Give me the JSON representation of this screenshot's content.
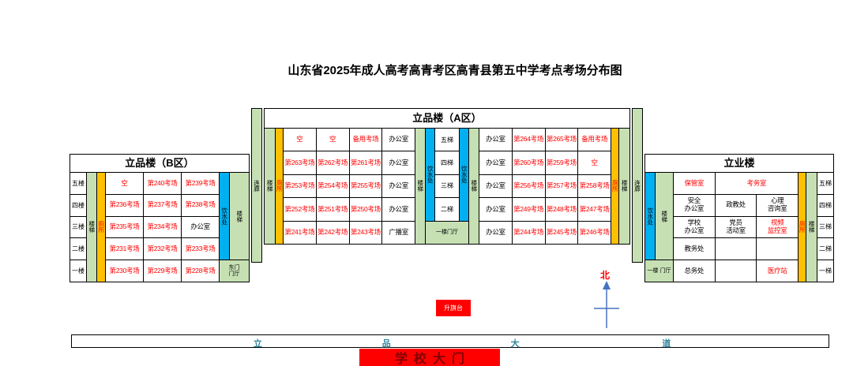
{
  "title": "山东省2025年成人高考高青考区高青县第五中学考点考场分布图",
  "corridor": "连廊",
  "building_b": {
    "title": "立品楼（B区）",
    "floors": [
      "五楼",
      "四楼",
      "三楼",
      "二楼",
      "一楼"
    ],
    "stair_left": "楼梯",
    "wc": "厕所",
    "water": "饮水处",
    "stair_right": "楼梯",
    "east_gate": "东门\n门厅",
    "rooms": [
      [
        "空",
        "第240考场",
        "第239考场"
      ],
      [
        "第236考场",
        "第237考场",
        "第238考场"
      ],
      [
        "第235考场",
        "第234考场",
        "办公室"
      ],
      [
        "第231考场",
        "第232考场",
        "第233考场"
      ],
      [
        "第230考场",
        "第229考场",
        "第228考场"
      ]
    ]
  },
  "building_a": {
    "title": "立品楼（A区）",
    "stair": "楼梯",
    "wc": "厕所",
    "water": "饮水处",
    "mid_stairs": [
      "五梯",
      "四梯",
      "三梯",
      "二梯"
    ],
    "lobby": "一楼门厅",
    "left_rooms": [
      [
        "空",
        "空",
        "备用考场",
        "办公室"
      ],
      [
        "第263考场",
        "第262考场",
        "第261考场",
        "办公室"
      ],
      [
        "第253考场",
        "第254考场",
        "第255考场",
        "办公室"
      ],
      [
        "第252考场",
        "第251考场",
        "第250考场",
        "办公室"
      ],
      [
        "第241考场",
        "第242考场",
        "第243考场",
        "广播室"
      ]
    ],
    "right_rooms": [
      [
        "办公室",
        "第264考场",
        "第265考场",
        "备用考场"
      ],
      [
        "办公室",
        "第260考场",
        "第259考场",
        "空"
      ],
      [
        "办公室",
        "第256考场",
        "第257考场",
        "第258考场"
      ],
      [
        "办公室",
        "第249考场",
        "第248考场",
        "第247考场"
      ],
      [
        "办公室",
        "第244考场",
        "第245考场",
        "第246考场"
      ]
    ]
  },
  "building_c": {
    "title": "立业楼",
    "water": "饮水处",
    "stair": "楼梯",
    "wc": "厕所",
    "lobby": "一楼 门厅",
    "floors": [
      "五梯",
      "四梯",
      "三梯",
      "二梯",
      "一梯"
    ],
    "rooms": [
      [
        "保管室",
        "考务室"
      ],
      [
        "安全\n办公室",
        "政教处",
        "心理\n咨询室"
      ],
      [
        "学校\n办公室",
        "党员\n活动室",
        "视频\n监控室"
      ],
      [
        "教务处",
        "",
        ""
      ],
      [
        "总务处",
        "",
        "医疗站"
      ]
    ]
  },
  "bottom": {
    "flag_stand": "升旗台",
    "north": "北",
    "road": [
      "立",
      "品",
      "大",
      "道"
    ],
    "gate": "学校大门"
  },
  "colors": {
    "green": "#c6e0b4",
    "orange": "#ffc000",
    "blue": "#00b0f0",
    "red": "#ff0000",
    "road_text": "#31859c",
    "gate_bg": "#ff0000",
    "gate_text": "#7f0000"
  }
}
